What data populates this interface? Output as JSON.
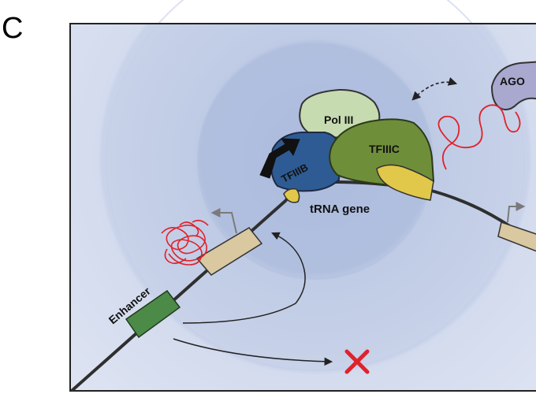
{
  "panel_letter": "C",
  "labels": {
    "pol3": "Pol III",
    "tfiiic": "TFIIIC",
    "tfiiib": "TFIIIB",
    "trna_gene": "tRNA gene",
    "enhancer": "Enhancer",
    "ago": "AGO"
  },
  "colors": {
    "background_outer": "#d3dced",
    "background_inner": "#aebdde",
    "pol3": "#c5d9ae",
    "tfiiic": "#6f8e3a",
    "tfiiib": "#2f5c93",
    "yellow_subunit": "#e2c84a",
    "promoter_box": "#d9c8a0",
    "enhancer_box": "#4c8a47",
    "rna": "#e0222c",
    "ago": "#a9a9cf",
    "inhibition_x": "#e0222c"
  },
  "icons": [
    "transcription-arrow-icon",
    "double-headed-arrow-icon",
    "inhibition-x-icon"
  ]
}
